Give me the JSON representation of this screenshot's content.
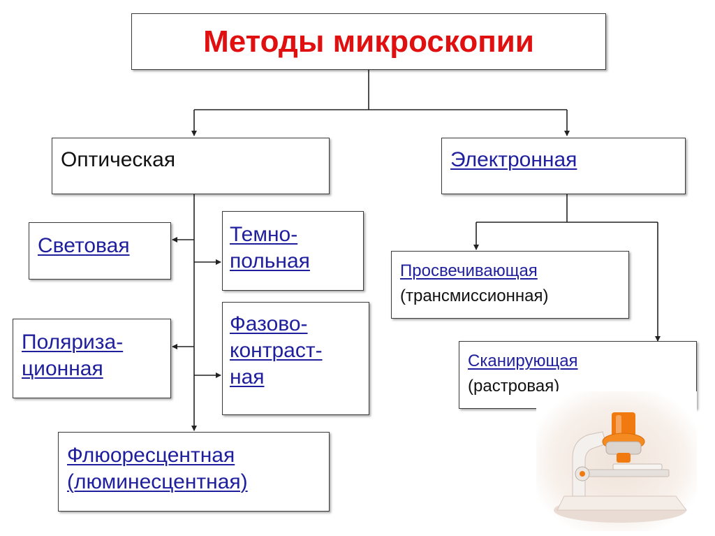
{
  "title": "Методы микроскопии",
  "optical": {
    "label": "Оптическая",
    "light": "Световая",
    "darkfield_line1": "Темно-",
    "darkfield_line2": "польная",
    "polarization_line1": "Поляриза-",
    "polarization_line2": "ционная",
    "phase_line1": "Фазово-",
    "phase_line2": "контраст-",
    "phase_line3": "ная",
    "fluorescent_line1": "Флюоресцентная",
    "fluorescent_line2": "(люминесцентная)"
  },
  "electron": {
    "label": "Электронная",
    "transmission_title": "Просвечивающая",
    "transmission_note": "(трансмиссионная)",
    "scanning_title": "Сканирующая",
    "scanning_note": "(растровая)"
  },
  "colors": {
    "title": "#e01010",
    "link": "#1f1f9e",
    "line": "#3a3a3a",
    "accent_microscope": "#f07a10"
  }
}
